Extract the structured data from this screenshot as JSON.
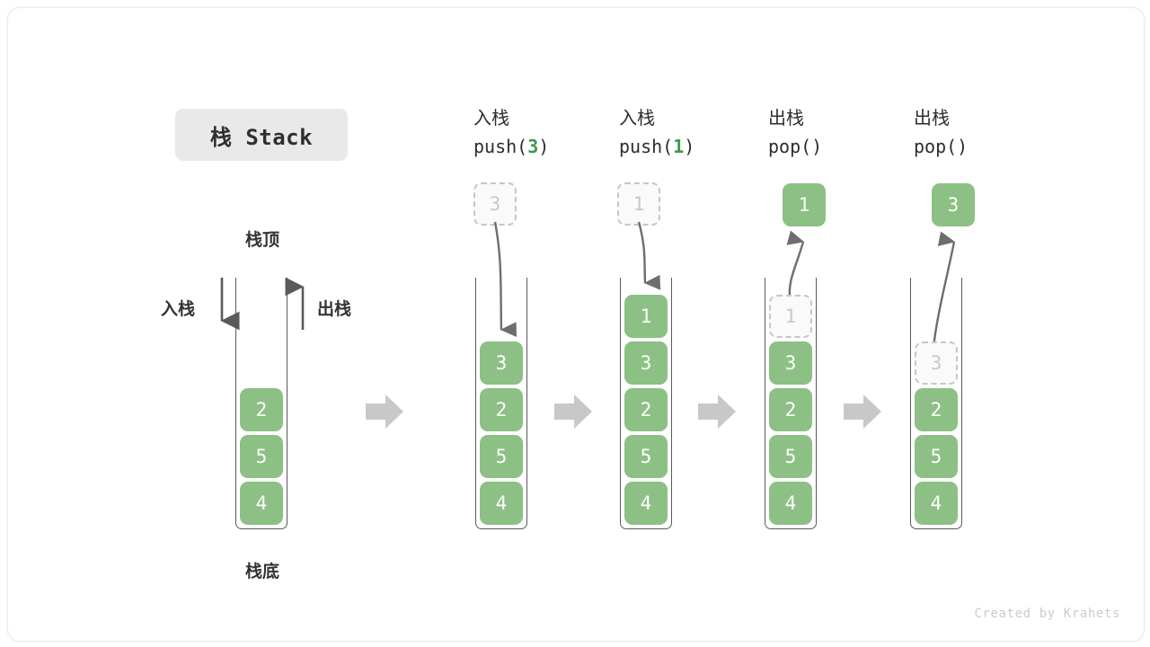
{
  "title_chip": {
    "label": "栈 Stack"
  },
  "labels": {
    "top": "栈顶",
    "bottom": "栈底",
    "push_side": "入栈",
    "pop_side": "出栈"
  },
  "footer": {
    "credit": "Created by Krahets"
  },
  "colors": {
    "cell_fill": "#8cc084",
    "cell_text": "#ffffff",
    "ghost_fill": "#fafafa",
    "ghost_border": "#c6c6c6",
    "ghost_text": "#c9c9c9",
    "arrow_gray": "#c8c8c8",
    "connector": "#6e6e6e",
    "accent_green": "#3a9a4f",
    "chip_bg": "#e9e9e9",
    "text_dark": "#2d2d2d"
  },
  "steps": [
    {
      "id": "initial",
      "head_zh": "",
      "head_op": "",
      "op_arg": "",
      "stack": [
        "2",
        "5",
        "4"
      ],
      "ghost_index": -1,
      "outside": null
    },
    {
      "id": "push-3",
      "head_zh": "入栈",
      "head_op_prefix": "push(",
      "op_arg": "3",
      "head_op_suffix": ")",
      "stack": [
        "3",
        "2",
        "5",
        "4"
      ],
      "ghost_index": -1,
      "outside": {
        "value": "3",
        "style": "ghost"
      },
      "arrow_dir": "down"
    },
    {
      "id": "push-1",
      "head_zh": "入栈",
      "head_op_prefix": "push(",
      "op_arg": "1",
      "head_op_suffix": ")",
      "stack": [
        "1",
        "3",
        "2",
        "5",
        "4"
      ],
      "ghost_index": -1,
      "outside": {
        "value": "1",
        "style": "ghost"
      },
      "arrow_dir": "down"
    },
    {
      "id": "pop-1",
      "head_zh": "出栈",
      "head_op_prefix": "pop(",
      "op_arg": "",
      "head_op_suffix": ")",
      "stack": [
        "1",
        "3",
        "2",
        "5",
        "4"
      ],
      "ghost_index": 0,
      "outside": {
        "value": "1",
        "style": "solid"
      },
      "arrow_dir": "up"
    },
    {
      "id": "pop-3",
      "head_zh": "出栈",
      "head_op_prefix": "pop(",
      "op_arg": "",
      "head_op_suffix": ")",
      "stack": [
        "3",
        "2",
        "5",
        "4"
      ],
      "ghost_index": 0,
      "outside": {
        "value": "3",
        "style": "solid"
      },
      "arrow_dir": "up"
    }
  ],
  "flow_arrows_count": 4
}
